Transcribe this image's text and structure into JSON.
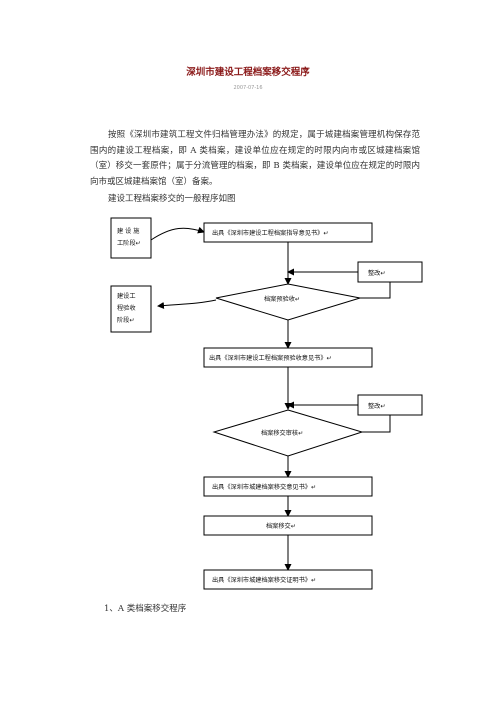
{
  "doc": {
    "title": "深圳市建设工程档案移交程序",
    "date": "2007-07-16",
    "paragraph": "按照《深圳市建筑工程文件归档管理办法》的规定，属于城建档案管理机构保存范围内的建设工程档案，即 A 类档案，建设单位应在规定的时限内向市或区城建档案馆（室）移交一套原件；属于分流管理的档案，即 B 类档案，建设单位应在规定的时限内向市或区城建档案馆（室）备案。",
    "intro": "建设工程档案移交的一般程序如图",
    "footer": "1、A 类档案移交程序"
  },
  "flow": {
    "stage1_line1": "建 设 施",
    "stage1_line2": "工阶段↵",
    "stage2_line1": "建设工",
    "stage2_line2": "程验收",
    "stage2_line3": "阶段↵",
    "step1": "出具《深圳市建设工程档案指导意见书》↵",
    "fix1": "整改↵",
    "decision1": "档案预验收↵",
    "step2": "出具《深圳市建设工程档案预验收意见书》↵",
    "fix2": "整改↵",
    "decision2": "档案移交审核↵",
    "step3": "出具《深圳市城建档案移交意见书》↵",
    "step4": "档案移交↵",
    "step5": "出具《深圳市城建档案移交证明书》↵"
  }
}
